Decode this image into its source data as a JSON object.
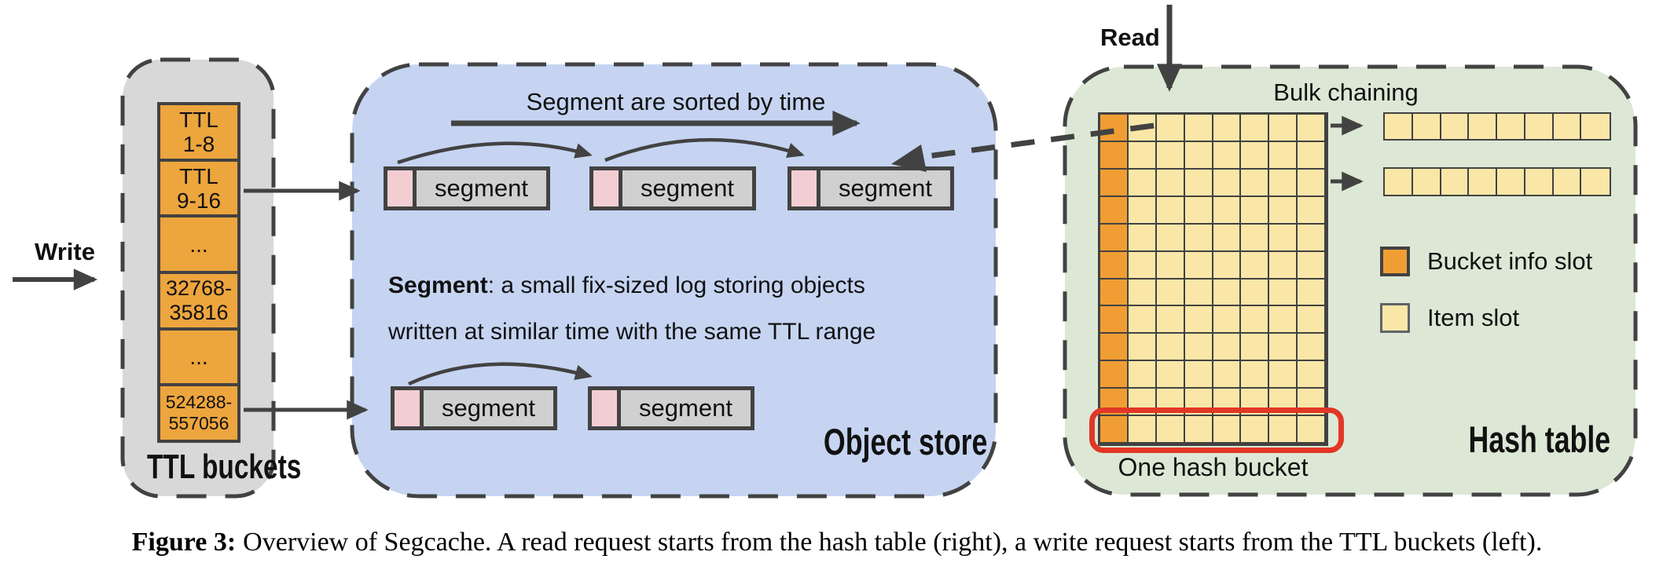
{
  "labels": {
    "write": "Write",
    "read": "Read"
  },
  "ttl_panel": {
    "title": "TTL buckets",
    "cells": [
      "TTL\n1-8",
      "TTL\n9-16",
      "...",
      "32768-\n35816",
      "...",
      "524288-\n557056"
    ]
  },
  "object_store": {
    "title": "Object store",
    "sorted_note": "Segment are sorted by time",
    "segment_label": "segment",
    "top_chain_count": 3,
    "bottom_chain_count": 2,
    "definition_term": "Segment",
    "definition_line1": ": a small fix-sized log storing objects",
    "definition_line2": "written at similar time with the same TTL range"
  },
  "hash_table": {
    "title": "Hash table",
    "bulk_chaining_label": "Bulk chaining",
    "one_hash_bucket_label": "One hash bucket",
    "grid": {
      "rows": 12,
      "cols": 8,
      "bucket_info_columns": 1
    },
    "bulk_rows": {
      "count": 2,
      "cells_per_row": 8
    },
    "legend": [
      {
        "type": "bucket-info",
        "label": "Bucket info slot"
      },
      {
        "type": "item",
        "label": "Item slot"
      }
    ]
  },
  "caption": {
    "prefix": "Figure 3:",
    "text": "Overview of Segcache. A read request starts from the hash table (right), a write request starts from the TTL buckets (left)."
  },
  "colors": {
    "stroke": "#424242",
    "panel_gray": "#d8d8d8",
    "blue": "#c6d4f2",
    "green": "#dce8d5",
    "orange": "#eda53e",
    "orange2": "#f09e34",
    "item": "#fae7a8",
    "pink": "#f2ced2",
    "seggray": "#d0d0d0",
    "red": "#e23726"
  }
}
